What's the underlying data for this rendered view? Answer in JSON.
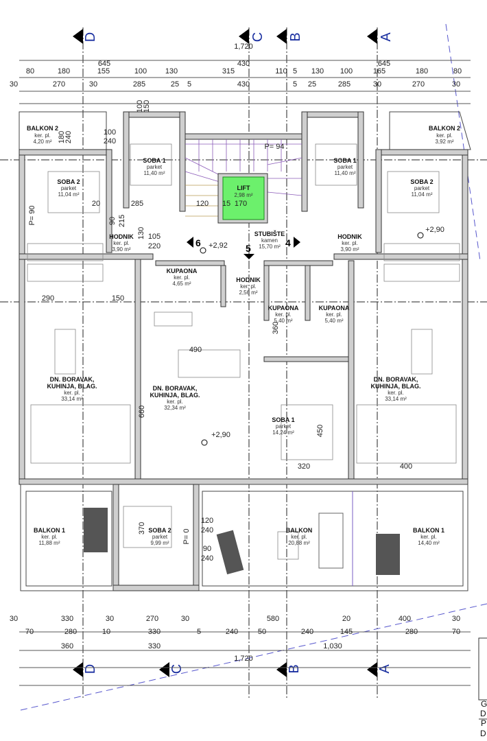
{
  "axes": [
    "D",
    "C",
    "B",
    "A"
  ],
  "dimensions": {
    "top": {
      "row1": [
        "1,720"
      ],
      "row2": [
        "645",
        "430",
        "645"
      ],
      "row3": [
        "80",
        "180",
        "155",
        "100",
        "130",
        "315",
        "110",
        "5",
        "130",
        "100",
        "165",
        "180",
        "80"
      ],
      "row4": [
        "30",
        "270",
        "30",
        "285",
        "25",
        "5",
        "430",
        "5",
        "25",
        "285",
        "30",
        "270",
        "30"
      ]
    },
    "bottom": {
      "row1": [
        "30",
        "330",
        "30",
        "270",
        "30",
        "580",
        "20",
        "400",
        "30"
      ],
      "row2": [
        "70",
        "280",
        "10",
        "330",
        "5",
        "240",
        "50",
        "240",
        "145",
        "280",
        "70"
      ],
      "row3": [
        "360",
        "330",
        "1,030"
      ],
      "row4": [
        "1,720"
      ]
    }
  },
  "rooms": [
    {
      "name": "BALKON 2",
      "floor": "ker. pl.",
      "area": "4,20 m²"
    },
    {
      "name": "BALKON 2",
      "floor": "ker. pl.",
      "area": "3,92 m²"
    },
    {
      "name": "SOBA 1",
      "floor": "parket",
      "area": "11,40 m²"
    },
    {
      "name": "SOBA 1",
      "floor": "parket",
      "area": "11,40 m²"
    },
    {
      "name": "SOBA 2",
      "floor": "parket",
      "area": "11,04 m²"
    },
    {
      "name": "SOBA 2",
      "floor": "parket",
      "area": "11,04 m²"
    },
    {
      "name": "LIFT",
      "floor": "",
      "area": "2,98 m²"
    },
    {
      "name": "STUBIŠTE",
      "floor": "kamen",
      "area": "15,70 m²"
    },
    {
      "name": "HODNIK",
      "floor": "ker. pl.",
      "area": "3,90 m²"
    },
    {
      "name": "HODNIK",
      "floor": "ker. pl.",
      "area": "3,90 m²"
    },
    {
      "name": "KUPAONA",
      "floor": "ker. pl.",
      "area": "4,65 m²"
    },
    {
      "name": "HODNIK",
      "floor": "ker. pl.",
      "area": "2,56 m²"
    },
    {
      "name": "KUPAONA",
      "floor": "ker. pl.",
      "area": "5,40 m²"
    },
    {
      "name": "KUPAONA",
      "floor": "ker. pl.",
      "area": "5,40 m²"
    },
    {
      "name": "DN. BORAVAK,",
      "name2": "KUHINJA, BLAG.",
      "floor": "ker. pl.",
      "area": "33,14 m²"
    },
    {
      "name": "DN. BORAVAK,",
      "name2": "KUHINJA, BLAG.",
      "floor": "ker. pl.",
      "area": "32,34 m²"
    },
    {
      "name": "DN. BORAVAK,",
      "name2": "KUHINJA, BLAG.",
      "floor": "ker. pl.",
      "area": "33,14 m²"
    },
    {
      "name": "SOBA 1",
      "floor": "parket",
      "area": "14,24 m²"
    },
    {
      "name": "BALKON 1",
      "floor": "ker. pl.",
      "area": "11,88 m²"
    },
    {
      "name": "SOBA 2",
      "floor": "parket",
      "area": "9,99 m²"
    },
    {
      "name": "BALKON",
      "floor": "ker. pl.",
      "area": "20,88 m²"
    },
    {
      "name": "BALKON 1",
      "floor": "ker. pl.",
      "area": "14,40 m²"
    }
  ],
  "levels": [
    "+2,92",
    "+2,90",
    "+2,90"
  ],
  "section_marks": [
    "6",
    "5",
    "4"
  ],
  "interior_dims": [
    "100",
    "240",
    "180",
    "240",
    "100",
    "150",
    "90",
    "215",
    "285",
    "20",
    "120",
    "170",
    "15",
    "105",
    "220",
    "130",
    "660",
    "490",
    "450",
    "320",
    "400",
    "290",
    "150",
    "370",
    "360",
    "120",
    "240",
    "90",
    "240",
    "P= 90",
    "P= 94",
    "P= 0"
  ],
  "title_block": [
    "G",
    "D",
    "P",
    "D"
  ]
}
